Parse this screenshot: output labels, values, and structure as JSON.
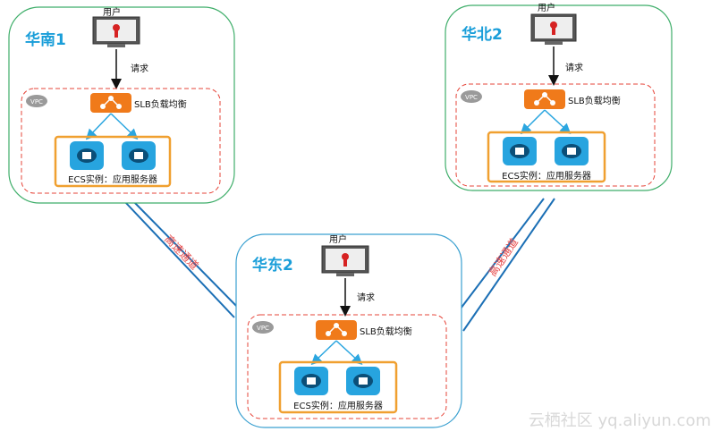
{
  "colors": {
    "region_border_green": "#3fae6a",
    "region_border_blue": "#3aa0d0",
    "region_title": "#1a9ed9",
    "vpc_border": "#e6453a",
    "ecs_border": "#f0a030",
    "slb_fill": "#f07a1a",
    "ecs_fill": "#27a4df",
    "link_line": "#1b6fb5",
    "link_label": "#e64545",
    "arrow_blue": "#2ba6e0"
  },
  "regions": [
    {
      "title": "华南1",
      "user_label": "用户",
      "request_label": "请求",
      "vpc_label": "VPC",
      "slb_label": "SLB负载均衡",
      "ecs_label": "ECS实例：应用服务器"
    },
    {
      "title": "华北2",
      "user_label": "用户",
      "request_label": "请求",
      "vpc_label": "VPC",
      "slb_label": "SLB负载均衡",
      "ecs_label": "ECS实例：应用服务器"
    },
    {
      "title": "华东2",
      "user_label": "用户",
      "request_label": "请求",
      "vpc_label": "VPC",
      "slb_label": "SLB负载均衡",
      "ecs_label": "ECS实例：应用服务器"
    }
  ],
  "links": [
    {
      "label": "高速通道"
    },
    {
      "label": "高速通道"
    }
  ],
  "watermark": "云栖社区 yq.aliyun.com"
}
